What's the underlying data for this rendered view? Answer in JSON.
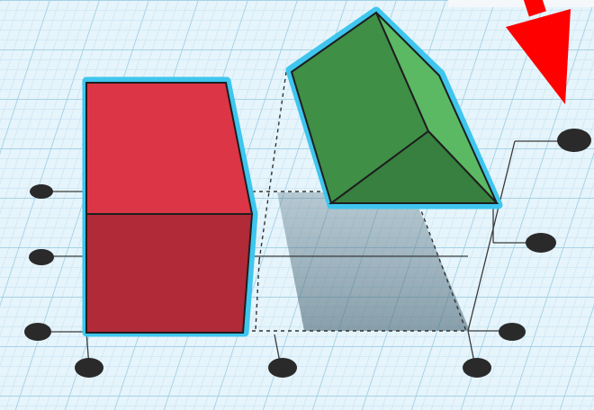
{
  "app": {
    "view": "3d-workplane",
    "selection_count": 2
  },
  "colors": {
    "workplane_bg": "#e6f4fb",
    "grid_minor": "#bfe0ef",
    "grid_major": "#9ccde3",
    "box_front": "#b02a37",
    "box_top": "#dc3545",
    "wedge_main": "#3f8f47",
    "wedge_side": "#5bb964",
    "selection_outline": "#3ec6ee",
    "handle": "#2a2a2a",
    "arrow": "#ff0000"
  },
  "shapes": [
    {
      "name": "box",
      "color_name": "red",
      "selected": true
    },
    {
      "name": "wedge",
      "color_name": "green",
      "selected": true
    }
  ],
  "handles": [
    "scale-handle",
    "scale-handle",
    "scale-handle",
    "scale-handle",
    "scale-handle",
    "scale-handle",
    "scale-handle",
    "scale-handle",
    "scale-handle"
  ],
  "annotation": {
    "arrow_icon": "red-arrow-pointing-to-handle"
  }
}
